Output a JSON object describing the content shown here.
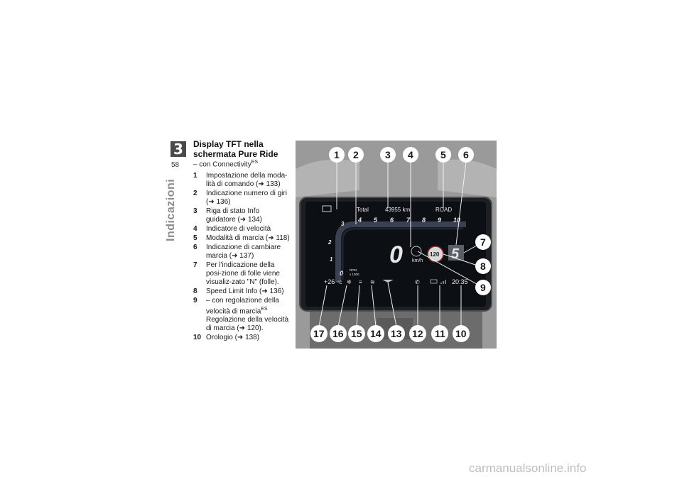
{
  "page": {
    "chapter_number": "3",
    "page_number": "58",
    "chapter_title": "Indicazioni"
  },
  "section": {
    "title_line1": "Display TFT nella",
    "title_line2": "schermata Pure Ride",
    "subtitle": "– con Connectivity",
    "subtitle_sup": "ES"
  },
  "legend": [
    {
      "num": "1",
      "text": "Impostazione della moda-lità di comando (➜ 133)"
    },
    {
      "num": "2",
      "text": "Indicazione numero di giri (➜ 136)"
    },
    {
      "num": "3",
      "text": "Riga di stato Info guidatore (➜ 134)"
    },
    {
      "num": "4",
      "text": "Indicatore di velocità"
    },
    {
      "num": "5",
      "text": "Modalità di marcia (➜ 118)"
    },
    {
      "num": "6",
      "text": "Indicazione di cambiare marcia (➜ 137)"
    },
    {
      "num": "7",
      "text": "Per l'indicazione della posi-zione di folle viene visualiz-zato \"N\" (folle)."
    },
    {
      "num": "8",
      "text": "Speed Limit Info (➜ 136)"
    },
    {
      "num": "9",
      "text": "– con regolazione della velocità di marcia",
      "sup": "ES",
      "extra": "Regolazione della velocità di marcia (➜ 120)."
    },
    {
      "num": "10",
      "text": "Orologio (➜ 138)"
    }
  ],
  "display": {
    "total_label": "Total",
    "odometer": "43955 km",
    "mode": "ROAD",
    "rpm_ticks": [
      "4",
      "5",
      "6",
      "7",
      "8",
      "9",
      "10"
    ],
    "rpm_left": [
      "3",
      "2",
      "1",
      "0"
    ],
    "rpm_unit_line1": "RPM",
    "rpm_unit_line2": "x 1000",
    "speed": "0",
    "speed_unit": "km/h",
    "speed_limit": "120",
    "gear": "5",
    "temperature": "+26",
    "temp_unit": "°C",
    "clock": "20:35"
  },
  "callouts_top": [
    "1",
    "2",
    "3",
    "4",
    "5",
    "6"
  ],
  "callouts_right": [
    "7",
    "8",
    "9"
  ],
  "callouts_bottom": [
    "17",
    "16",
    "15",
    "14",
    "13",
    "12",
    "11",
    "10"
  ],
  "watermark": "carmanualsonline.info",
  "colors": {
    "badge": "#4a4a4a",
    "side_title": "#8b8b8b",
    "callout_fill": "#ffffff",
    "display_bg": "#0c0f14"
  }
}
